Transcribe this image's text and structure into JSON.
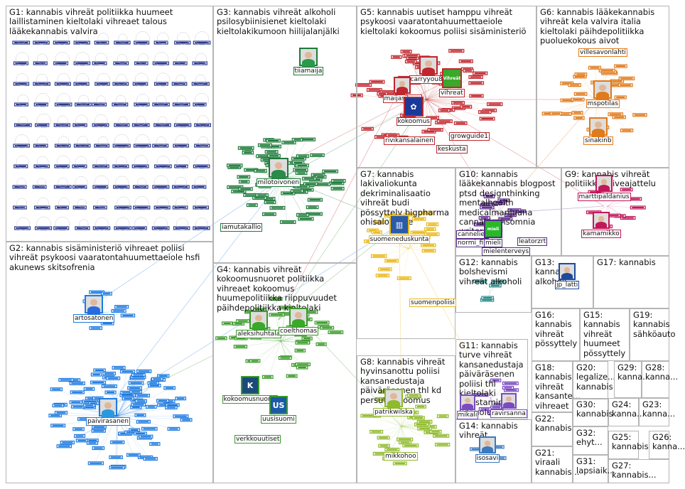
{
  "groups": [
    {
      "id": "G1",
      "title": "G1: kannabis vihreät politiikka huumeet laillistaminen kieltolaki vihreaet talous lääkekannabis valvira",
      "color": "#2b3a8f"
    },
    {
      "id": "G2",
      "title": "G2: kannabis sisäministeriö vihreaet poliisi vihreät psykoosi vaaratontahuumettaeiole hsfi akunews skitsofrenia",
      "color": "#1e7be0"
    },
    {
      "id": "G3",
      "title": "G3: kannabis vihreät alkoholi psilosybiinisienet kieltolaki kieltolakikumoon hiilijalanjälki",
      "color": "#1e7a3a"
    },
    {
      "id": "G4",
      "title": "G4: kannabis vihreät kokoomusnuoret politiikka vihreaet kokoomus huumepolitiikka riippuvuudet päihdepolitiikka kieltolaki",
      "color": "#3a9a2a"
    },
    {
      "id": "G5",
      "title": "G5: kannabis uutiset hamppu vihreät psykoosi vaaratontahuumettaeiole kieltolaki kokoomus poliisi sisäministeriö",
      "color": "#c0262d"
    },
    {
      "id": "G6",
      "title": "G6: kannabis lääkekannabis vihreät kela valvira italia kieltolaki päihdepolitiikka puoluekokous aivot",
      "color": "#e07a1a"
    },
    {
      "id": "G7",
      "title": "G7: kannabis lakivaliokunta dekriminalisaatio vihreät budi pössyttely bigpharma ohisalo is yle",
      "color": "#e8b81a"
    },
    {
      "id": "G8",
      "title": "G8: kannabis vihreät hyvinsanottu poliisi kansanedustaja päiväräsenen thl kd persut kokoomus",
      "color": "#8fba2a"
    },
    {
      "id": "G9",
      "title": "G9: kannabis vihreät politiikka toiveajattelu",
      "color": "#c2185b"
    },
    {
      "id": "G10",
      "title": "G10: kannabis lääkekannabis blogpost ptsd designthinking mentalhealth medicalmarijuana cannabis insomnia writerslift",
      "color": "#5a2a8a"
    },
    {
      "id": "G11",
      "title": "G11: kannabis turve vihreät kansanedustaja päiväräsenen poliisi thl kieltolaki laillistaminen kdpuolue",
      "color": "#7a4ac0"
    },
    {
      "id": "G12",
      "title": "G12: kannabis bolshevismi vihreät alkoholi",
      "color": "#2a8a8a"
    },
    {
      "id": "G13",
      "title": "G13: kannabis alkoholi",
      "color": "#1e4a9a"
    },
    {
      "id": "G14",
      "title": "G14: kannabis vihreät",
      "color": "#3a7ac0"
    },
    {
      "id": "G15",
      "title": "G15: kannabis vihreät huumeet pössyttely",
      "color": "#6a8a2a"
    },
    {
      "id": "G16",
      "title": "G16: kannabis vihreät pössyttely",
      "color": "#7a5a3a"
    },
    {
      "id": "G17",
      "title": "G17: kannabis",
      "color": "#aa3a6a"
    },
    {
      "id": "G18",
      "title": "G18: kannabis vihreät kansante... vihreaet",
      "color": "#4a4a9a"
    },
    {
      "id": "G19",
      "title": "G19: kannabis sähköauto",
      "color": "#3a6a9a"
    },
    {
      "id": "G20",
      "title": "G20: legalize... kannabis",
      "color": "#2a6a2a"
    },
    {
      "id": "G21",
      "title": "G21: viraali kannabis...",
      "color": "#9a3a9a"
    },
    {
      "id": "G22",
      "title": "G22: kannabis",
      "color": "#3a3a8a"
    },
    {
      "id": "G23",
      "title": "G23: kanna...",
      "color": "#3a5a8a"
    },
    {
      "id": "G24",
      "title": "G24: kanna...",
      "color": "#2a8a3a"
    },
    {
      "id": "G25",
      "title": "G25: kannabis",
      "color": "#3a3a9a"
    },
    {
      "id": "G26",
      "title": "G26: kanna...",
      "color": "#5a5a5a"
    },
    {
      "id": "G27",
      "title": "G27: kannabis...",
      "color": "#3a8a8a"
    },
    {
      "id": "G28",
      "title": "G28: kanna...",
      "color": "#4a4a9a"
    },
    {
      "id": "G29",
      "title": "G29: kanna...",
      "color": "#4a6a9a"
    },
    {
      "id": "G30",
      "title": "G30: kannabis",
      "color": "#2a7a2a"
    },
    {
      "id": "G31",
      "title": "G31: lapsiaik...",
      "color": "#6a3a3a"
    },
    {
      "id": "G32",
      "title": "G32: ehyt...",
      "color": "#5a7a2a"
    }
  ],
  "hubs": [
    {
      "group": "G2",
      "label": "artosatonen",
      "kind": "avatar"
    },
    {
      "group": "G2",
      "label": "paivirasanen",
      "kind": "avatar"
    },
    {
      "group": "G3",
      "label": "tiiamaija",
      "kind": "avatar"
    },
    {
      "group": "G3",
      "label": "milotoivonen",
      "kind": "avatar"
    },
    {
      "group": "G3",
      "label": "iamutakallio",
      "kind": "label"
    },
    {
      "group": "G4",
      "label": "aleksihuhtala",
      "kind": "avatar"
    },
    {
      "group": "G4",
      "label": "coelthomas",
      "kind": "avatar"
    },
    {
      "group": "G4",
      "label": "kokoomusnuoret",
      "kind": "logo",
      "text": "K",
      "bg": "#1b4a7a"
    },
    {
      "group": "G4",
      "label": "uusisuomi",
      "kind": "logo",
      "text": "US",
      "bg": "#1a5aa8"
    },
    {
      "group": "G4",
      "label": "verkkouutiset",
      "kind": "label"
    },
    {
      "group": "G5",
      "label": "carryyou83",
      "kind": "avatar"
    },
    {
      "group": "G5",
      "label": "maijasilven",
      "kind": "avatar"
    },
    {
      "group": "G5",
      "label": "vihreat",
      "kind": "logo",
      "text": "Vihreät",
      "bg": "#3aa82a"
    },
    {
      "group": "G5",
      "label": "kokoomus",
      "kind": "logo",
      "text": "✿",
      "bg": "#1a3a9a"
    },
    {
      "group": "G5",
      "label": "rivikansalainen",
      "kind": "label"
    },
    {
      "group": "G5",
      "label": "keskusta",
      "kind": "label"
    },
    {
      "group": "G5",
      "label": "growguide1",
      "kind": "label"
    },
    {
      "group": "G6",
      "label": "villesavonlahti",
      "kind": "label"
    },
    {
      "group": "G6",
      "label": "mspotilas",
      "kind": "avatar"
    },
    {
      "group": "G6",
      "label": "sinakinb",
      "kind": "avatar"
    },
    {
      "group": "G7",
      "label": "suomenedu​skunta",
      "kind": "logo",
      "text": "▥",
      "bg": "#2a5aa8"
    },
    {
      "group": "G7",
      "label": "suomenpoliisi",
      "kind": "label"
    },
    {
      "group": "G8",
      "label": "patrikwilska",
      "kind": "avatar"
    },
    {
      "group": "G8",
      "label": "mikkohoo",
      "kind": "label"
    },
    {
      "group": "G9",
      "label": "marttipaldanius",
      "kind": "avatar"
    },
    {
      "group": "G9",
      "label": "kamamikko",
      "kind": "avatar"
    },
    {
      "group": "G10",
      "label": "cannelier",
      "kind": "label"
    },
    {
      "group": "G10",
      "label": "normi_fi",
      "kind": "label"
    },
    {
      "group": "G10",
      "label": "mieli",
      "kind": "logo",
      "text": "mieli",
      "bg": "#2ab82a"
    },
    {
      "group": "G10",
      "label": "mielenterveys",
      "kind": "label"
    },
    {
      "group": "G10",
      "label": "leatorzrt",
      "kind": "label"
    },
    {
      "group": "G11",
      "label": "mikali",
      "kind": "avatar"
    },
    {
      "group": "G11",
      "label": "ravirsanna",
      "kind": "avatar"
    },
    {
      "group": "G13",
      "label": "jp_latti",
      "kind": "avatar"
    },
    {
      "group": "G14",
      "label": "isosavi",
      "kind": "avatar"
    }
  ]
}
